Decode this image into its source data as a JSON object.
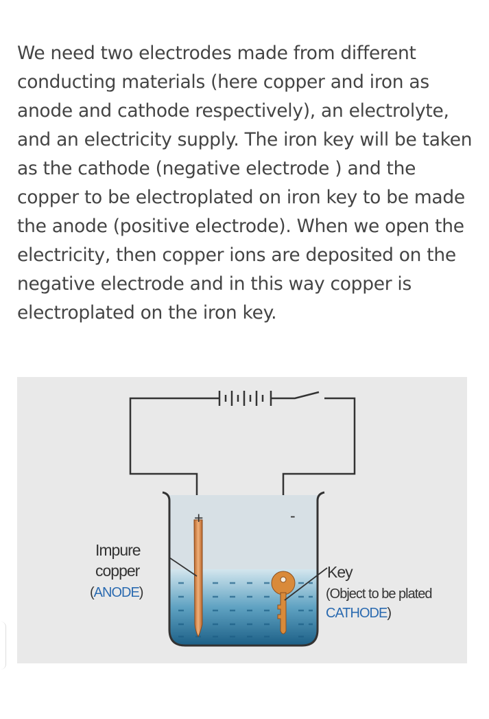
{
  "paragraph": "We need two electrodes made from different conducting materials (here copper and iron as anode and cathode respectively), an electrolyte, and an electricity supply. The iron key will be taken as the cathode (negative electrode ) and the copper to be electroplated on iron key to be made the anode (positive electrode). When we open the electricity, then copper ions are deposited on the negative electrode and in this way copper is electroplated on the iron key.",
  "diagram": {
    "anode_label_line1": "Impure",
    "anode_label_line2": "copper",
    "anode_open": "(",
    "anode_term": "ANODE",
    "anode_close": ")",
    "plus_sign": "+",
    "minus_sign": "-",
    "cathode_label_line1": "Key",
    "cathode_label_line2": "(Object to be plated",
    "cathode_term": "CATHODE",
    "cathode_close": ")",
    "colors": {
      "accent_blue": "#2a6ab0",
      "copper": "#d9894a",
      "liquid": "#2f7fa6"
    }
  }
}
